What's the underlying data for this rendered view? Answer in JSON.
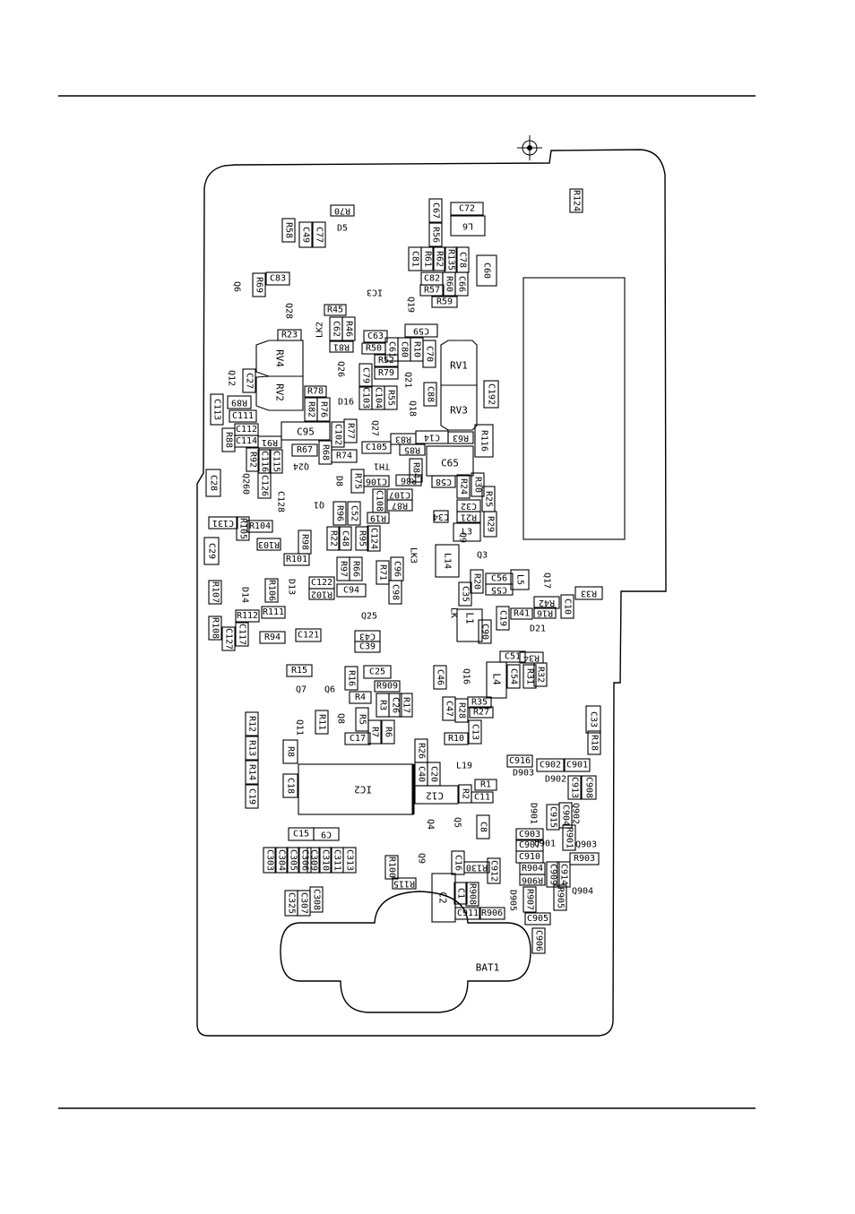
{
  "components": [
    {
      "id": "R70",
      "text": "R70"
    },
    {
      "id": "R124",
      "text": "R124"
    },
    {
      "id": "C72",
      "text": "C72"
    },
    {
      "id": "L6",
      "text": "L6"
    },
    {
      "id": "C67",
      "text": "C67"
    },
    {
      "id": "R56",
      "text": "R56"
    },
    {
      "id": "R58",
      "text": "R58"
    },
    {
      "id": "C49",
      "text": "C49"
    },
    {
      "id": "C77",
      "text": "C77"
    },
    {
      "id": "D5",
      "text": "D5"
    },
    {
      "id": "C81",
      "text": "C81"
    },
    {
      "id": "R61",
      "text": "R61"
    },
    {
      "id": "R62",
      "text": "R62"
    },
    {
      "id": "R135",
      "text": "R135"
    },
    {
      "id": "C78",
      "text": "C78"
    },
    {
      "id": "C82",
      "text": "C82"
    },
    {
      "id": "R60",
      "text": "R60"
    },
    {
      "id": "C66",
      "text": "C66"
    },
    {
      "id": "C60",
      "text": "C60"
    },
    {
      "id": "R57",
      "text": "R57"
    },
    {
      "id": "R59",
      "text": "R59"
    },
    {
      "id": "R69",
      "text": "R69"
    },
    {
      "id": "C83",
      "text": "C83"
    },
    {
      "id": "Q6top",
      "text": "Q6"
    },
    {
      "id": "IC3",
      "text": "IC3"
    },
    {
      "id": "Q19",
      "text": "Q19"
    },
    {
      "id": "Q28",
      "text": "Q28"
    },
    {
      "id": "R45",
      "text": "R45"
    },
    {
      "id": "LK2",
      "text": "LK2"
    },
    {
      "id": "C62",
      "text": "C62"
    },
    {
      "id": "R46",
      "text": "R46"
    },
    {
      "id": "C59",
      "text": "C59"
    },
    {
      "id": "R23",
      "text": "R23"
    },
    {
      "id": "C63",
      "text": "C63"
    },
    {
      "id": "R81",
      "text": "R81"
    },
    {
      "id": "R50",
      "text": "R50"
    },
    {
      "id": "C61",
      "text": "C61"
    },
    {
      "id": "C80",
      "text": "C80"
    },
    {
      "id": "R10a",
      "text": "R10"
    },
    {
      "id": "C70",
      "text": "C70"
    },
    {
      "id": "RV4",
      "text": "RV4"
    },
    {
      "id": "RV1",
      "text": "RV1"
    },
    {
      "id": "R52",
      "text": "R52"
    },
    {
      "id": "Q26",
      "text": "Q26"
    },
    {
      "id": "C79",
      "text": "C79"
    },
    {
      "id": "R79",
      "text": "R79"
    },
    {
      "id": "Q12",
      "text": "Q12"
    },
    {
      "id": "C27",
      "text": "C27"
    },
    {
      "id": "RV2",
      "text": "RV2"
    },
    {
      "id": "C103",
      "text": "C103"
    },
    {
      "id": "C104",
      "text": "C104"
    },
    {
      "id": "R55",
      "text": "R55"
    },
    {
      "id": "Q21",
      "text": "Q21"
    },
    {
      "id": "R78",
      "text": "R78"
    },
    {
      "id": "C88",
      "text": "C88"
    },
    {
      "id": "RV3",
      "text": "RV3"
    },
    {
      "id": "C192",
      "text": "C192"
    },
    {
      "id": "R89",
      "text": "R89"
    },
    {
      "id": "R82",
      "text": "R82"
    },
    {
      "id": "R76",
      "text": "R76"
    },
    {
      "id": "D16",
      "text": "D16"
    },
    {
      "id": "Q18",
      "text": "Q18"
    },
    {
      "id": "C113",
      "text": "C113"
    },
    {
      "id": "C111",
      "text": "C111"
    },
    {
      "id": "C102",
      "text": "C102"
    },
    {
      "id": "R77",
      "text": "R77"
    },
    {
      "id": "Q27",
      "text": "Q27"
    },
    {
      "id": "C95",
      "text": "C95"
    },
    {
      "id": "C112",
      "text": "C112"
    },
    {
      "id": "R88",
      "text": "R88"
    },
    {
      "id": "C114",
      "text": "C114"
    },
    {
      "id": "R91",
      "text": "R91"
    },
    {
      "id": "R83",
      "text": "R83"
    },
    {
      "id": "C14",
      "text": "C14"
    },
    {
      "id": "R63",
      "text": "R63"
    },
    {
      "id": "R116",
      "text": "R116"
    },
    {
      "id": "R67",
      "text": "R67"
    },
    {
      "id": "C105",
      "text": "C105"
    },
    {
      "id": "R92",
      "text": "R92"
    },
    {
      "id": "C116",
      "text": "C116"
    },
    {
      "id": "C115",
      "text": "C115"
    },
    {
      "id": "R68",
      "text": "R68"
    },
    {
      "id": "R74",
      "text": "R74"
    },
    {
      "id": "R85",
      "text": "R85"
    },
    {
      "id": "Q24",
      "text": "Q24"
    },
    {
      "id": "TH1",
      "text": "TH1"
    },
    {
      "id": "R84",
      "text": "R84"
    },
    {
      "id": "C65",
      "text": "C65"
    },
    {
      "id": "C28",
      "text": "C28"
    },
    {
      "id": "Q260",
      "text": "Q260"
    },
    {
      "id": "C126",
      "text": "C126"
    },
    {
      "id": "D8",
      "text": "D8"
    },
    {
      "id": "R75",
      "text": "R75"
    },
    {
      "id": "C106",
      "text": "C106"
    },
    {
      "id": "R86",
      "text": "R86"
    },
    {
      "id": "C58",
      "text": "C58"
    },
    {
      "id": "R24",
      "text": "R24"
    },
    {
      "id": "R30",
      "text": "R30"
    },
    {
      "id": "C108",
      "text": "C108"
    },
    {
      "id": "C107",
      "text": "C107"
    },
    {
      "id": "R25",
      "text": "R25"
    },
    {
      "id": "C128",
      "text": "C128"
    },
    {
      "id": "Q1",
      "text": "Q1"
    },
    {
      "id": "R96",
      "text": "R96"
    },
    {
      "id": "C52",
      "text": "C52"
    },
    {
      "id": "R87",
      "text": "R87"
    },
    {
      "id": "C32",
      "text": "C32"
    },
    {
      "id": "C34",
      "text": "C34"
    },
    {
      "id": "R21",
      "text": "R21"
    },
    {
      "id": "R29",
      "text": "R29"
    },
    {
      "id": "C131",
      "text": "C131"
    },
    {
      "id": "R104",
      "text": "R104"
    },
    {
      "id": "R19",
      "text": "R19"
    },
    {
      "id": "R105",
      "text": "R105"
    },
    {
      "id": "R22",
      "text": "R22"
    },
    {
      "id": "C48",
      "text": "C48"
    },
    {
      "id": "R95",
      "text": "R95"
    },
    {
      "id": "C124",
      "text": "C124"
    },
    {
      "id": "L3",
      "text": "L3"
    },
    {
      "id": "C29",
      "text": "C29"
    },
    {
      "id": "R103",
      "text": "R103"
    },
    {
      "id": "R98",
      "text": "R98"
    },
    {
      "id": "LK3",
      "text": "LK3"
    },
    {
      "id": "Q9",
      "text": "Q9"
    },
    {
      "id": "R101",
      "text": "R101"
    },
    {
      "id": "L14",
      "text": "L14"
    },
    {
      "id": "Q3",
      "text": "Q3"
    },
    {
      "id": "R97",
      "text": "R97"
    },
    {
      "id": "R66",
      "text": "R66"
    },
    {
      "id": "R71",
      "text": "R71"
    },
    {
      "id": "C96",
      "text": "C96"
    },
    {
      "id": "C56",
      "text": "C56"
    },
    {
      "id": "L5",
      "text": "L5"
    },
    {
      "id": "C55",
      "text": "C55"
    },
    {
      "id": "Q17",
      "text": "Q17"
    },
    {
      "id": "R107",
      "text": "R107"
    },
    {
      "id": "D14",
      "text": "D14"
    },
    {
      "id": "R106",
      "text": "R106"
    },
    {
      "id": "D13",
      "text": "D13"
    },
    {
      "id": "C122",
      "text": "C122"
    },
    {
      "id": "R102",
      "text": "R102"
    },
    {
      "id": "C94",
      "text": "C94"
    },
    {
      "id": "C98",
      "text": "C98"
    },
    {
      "id": "R20",
      "text": "R20"
    },
    {
      "id": "C35",
      "text": "C35"
    },
    {
      "id": "R42",
      "text": "R42"
    },
    {
      "id": "R33",
      "text": "R33"
    },
    {
      "id": "LK",
      "text": "LK"
    },
    {
      "id": "R112",
      "text": "R112"
    },
    {
      "id": "R111",
      "text": "R111"
    },
    {
      "id": "Q25",
      "text": "Q25"
    },
    {
      "id": "L1",
      "text": "L1"
    },
    {
      "id": "R41",
      "text": "R41"
    },
    {
      "id": "C19",
      "text": "C19"
    },
    {
      "id": "R16top",
      "text": "R16"
    },
    {
      "id": "C10",
      "text": "C10"
    },
    {
      "id": "R108",
      "text": "R108"
    },
    {
      "id": "C117",
      "text": "C117"
    },
    {
      "id": "C127",
      "text": "C127"
    },
    {
      "id": "C90",
      "text": "C90"
    },
    {
      "id": "D21",
      "text": "D21"
    },
    {
      "id": "R94",
      "text": "R94"
    },
    {
      "id": "C121",
      "text": "C121"
    },
    {
      "id": "C43",
      "text": "C43"
    },
    {
      "id": "C39",
      "text": "C39"
    },
    {
      "id": "C51",
      "text": "C51"
    },
    {
      "id": "R34",
      "text": "R34"
    },
    {
      "id": "R15",
      "text": "R15"
    },
    {
      "id": "R16",
      "text": "R16"
    },
    {
      "id": "C25",
      "text": "C25"
    },
    {
      "id": "C46",
      "text": "C46"
    },
    {
      "id": "Q16",
      "text": "Q16"
    },
    {
      "id": "L4",
      "text": "L4"
    },
    {
      "id": "C54",
      "text": "C54"
    },
    {
      "id": "R31",
      "text": "R31"
    },
    {
      "id": "R32",
      "text": "R32"
    },
    {
      "id": "Q7",
      "text": "Q7"
    },
    {
      "id": "Q6",
      "text": "Q6"
    },
    {
      "id": "R909",
      "text": "R909"
    },
    {
      "id": "R4",
      "text": "R4"
    },
    {
      "id": "R3",
      "text": "R3"
    },
    {
      "id": "C26",
      "text": "C26"
    },
    {
      "id": "R17",
      "text": "R17"
    },
    {
      "id": "C47",
      "text": "C47"
    },
    {
      "id": "R35",
      "text": "R35"
    },
    {
      "id": "R28",
      "text": "R28"
    },
    {
      "id": "R27",
      "text": "R27"
    },
    {
      "id": "C33",
      "text": "C33"
    },
    {
      "id": "R12",
      "text": "R12"
    },
    {
      "id": "Q11",
      "text": "Q11"
    },
    {
      "id": "R11",
      "text": "R11"
    },
    {
      "id": "Q8",
      "text": "Q8"
    },
    {
      "id": "R5",
      "text": "R5"
    },
    {
      "id": "R7",
      "text": "R7"
    },
    {
      "id": "R6",
      "text": "R6"
    },
    {
      "id": "C17",
      "text": "C17"
    },
    {
      "id": "R10",
      "text": "R10"
    },
    {
      "id": "C13",
      "text": "C13"
    },
    {
      "id": "R18",
      "text": "R18"
    },
    {
      "id": "R13",
      "text": "R13"
    },
    {
      "id": "R8",
      "text": "R8"
    },
    {
      "id": "R26",
      "text": "R26"
    },
    {
      "id": "C916",
      "text": "C916"
    },
    {
      "id": "C902",
      "text": "C902"
    },
    {
      "id": "C901",
      "text": "C901"
    },
    {
      "id": "R14",
      "text": "R14"
    },
    {
      "id": "C40",
      "text": "C40"
    },
    {
      "id": "C20",
      "text": "C20"
    },
    {
      "id": "L19",
      "text": "L19"
    },
    {
      "id": "D903",
      "text": "D903"
    },
    {
      "id": "C18",
      "text": "C18"
    },
    {
      "id": "IC2",
      "text": "IC2"
    },
    {
      "id": "R1",
      "text": "R1"
    },
    {
      "id": "D902",
      "text": "D902"
    },
    {
      "id": "C913",
      "text": "C913"
    },
    {
      "id": "C908",
      "text": "C908"
    },
    {
      "id": "C19b",
      "text": "C19"
    },
    {
      "id": "C12",
      "text": "C12"
    },
    {
      "id": "R2",
      "text": "R2"
    },
    {
      "id": "C11",
      "text": "C11"
    },
    {
      "id": "D901",
      "text": "D901"
    },
    {
      "id": "C915",
      "text": "C915"
    },
    {
      "id": "C904",
      "text": "C904"
    },
    {
      "id": "Q902",
      "text": "Q902"
    },
    {
      "id": "Q4",
      "text": "Q4"
    },
    {
      "id": "Q5",
      "text": "Q5"
    },
    {
      "id": "C8",
      "text": "C8"
    },
    {
      "id": "C15",
      "text": "C15"
    },
    {
      "id": "C9",
      "text": "C9"
    },
    {
      "id": "C903",
      "text": "C903"
    },
    {
      "id": "R901",
      "text": "R901"
    },
    {
      "id": "C907",
      "text": "C907"
    },
    {
      "id": "Q901",
      "text": "Q901"
    },
    {
      "id": "Q903",
      "text": "Q903"
    },
    {
      "id": "C910",
      "text": "C910"
    },
    {
      "id": "R903",
      "text": "R903"
    },
    {
      "id": "C303",
      "text": "C303"
    },
    {
      "id": "C304",
      "text": "C304"
    },
    {
      "id": "C305",
      "text": "C305"
    },
    {
      "id": "C306",
      "text": "C306"
    },
    {
      "id": "C309",
      "text": "C309"
    },
    {
      "id": "C310",
      "text": "C310"
    },
    {
      "id": "C311",
      "text": "C311"
    },
    {
      "id": "C313",
      "text": "C313"
    },
    {
      "id": "R100",
      "text": "R100"
    },
    {
      "id": "Q9b",
      "text": "Q9"
    },
    {
      "id": "C16",
      "text": "C16"
    },
    {
      "id": "R130",
      "text": "R130"
    },
    {
      "id": "C912",
      "text": "C912"
    },
    {
      "id": "R904",
      "text": "R904"
    },
    {
      "id": "C914",
      "text": "C914"
    },
    {
      "id": "C909",
      "text": "C909"
    },
    {
      "id": "R906b",
      "text": "R906"
    },
    {
      "id": "R905",
      "text": "R905"
    },
    {
      "id": "Q904",
      "text": "Q904"
    },
    {
      "id": "R115",
      "text": "R115"
    },
    {
      "id": "C2",
      "text": "C2"
    },
    {
      "id": "C1",
      "text": "C1"
    },
    {
      "id": "R908",
      "text": "R908"
    },
    {
      "id": "D905",
      "text": "D905"
    },
    {
      "id": "R907",
      "text": "R907"
    },
    {
      "id": "C325",
      "text": "C325"
    },
    {
      "id": "C307",
      "text": "C307"
    },
    {
      "id": "C308",
      "text": "C308"
    },
    {
      "id": "C911",
      "text": "C911"
    },
    {
      "id": "R906",
      "text": "R906"
    },
    {
      "id": "C905",
      "text": "C905"
    },
    {
      "id": "C906",
      "text": "C906"
    },
    {
      "id": "BAT1",
      "text": "BAT1"
    }
  ]
}
